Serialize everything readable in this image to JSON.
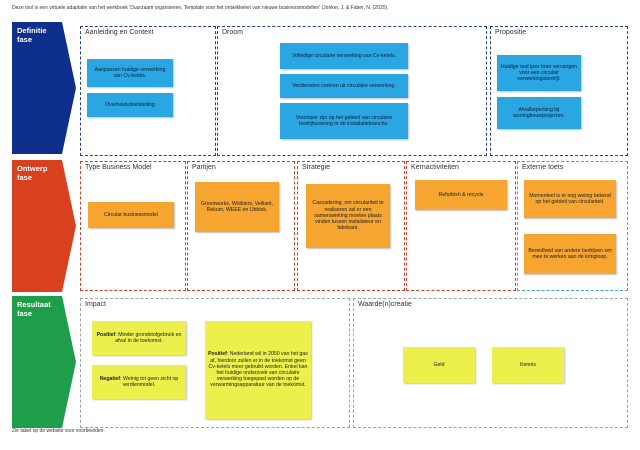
{
  "header_note": "Deze tool is een virtuele adaptatie van het werkboek 'Duurzaam organiseren, Template voor het ontwikkelen van nieuwe businessmodellen' (Jonker, J. & Faber, N. (2020).",
  "colors": {
    "blue": "#0e2f8c",
    "red": "#d8401f",
    "green": "#1e9e4a",
    "note_blue": "#2aa6e3",
    "note_orange": "#f6a531",
    "note_yellow": "#ecef4c"
  },
  "phases": {
    "definitie": {
      "label": "Definitie fase"
    },
    "ontwerp": {
      "label": "Ontwerp fase"
    },
    "resultaat": {
      "label": "Resultaat fase"
    }
  },
  "sections": {
    "aanleiding": {
      "title": "Aanleiding en Context",
      "notes": [
        "Aanpassen huidige verwerking van Cv-ketels.",
        "Overheidsdoelstelling"
      ]
    },
    "droom": {
      "title": "Droom",
      "notes": [
        "Volledige circulaire verwerking van Cv-ketels.",
        "Verdiensten creëren uit circulaire verwerking.",
        "Voorloper zijn op het gebied van circulaire bedrijfsvoering in de installatiebranche."
      ]
    },
    "propositie": {
      "title": "Propositie",
      "notes": [
        "Huidige oud ijzer boer vervangen voor een circulair verwerkingsbedrijf.",
        "Afvalbeperking bij woningbouwprojecten."
      ]
    },
    "type_business_model": {
      "title": "Type Business Model",
      "notes": [
        "Circular businessmodel"
      ]
    },
    "partijen": {
      "title": "Partijen",
      "notes": [
        "Greenworks, Wolbiers, Veiliant, Rekum, WEEE en Ubbink."
      ]
    },
    "strategie": {
      "title": "Strategie",
      "notes": [
        "Cascadering, om circulariteit te realiseren zal er een samenwerking moeten plaats vinden tussen installateur en fabrikant."
      ]
    },
    "kernactiviteiten": {
      "title": "Kernactiviteiten",
      "notes": [
        "Refurbish & recycle"
      ]
    },
    "externe_toets": {
      "title": "Externe toets",
      "notes": [
        "Momenteel is er nog weinig bekend op het gebied van circulariteit.",
        "Bereidheid van andere bedrijven om mee te werken aan de kringloop."
      ]
    },
    "impact": {
      "title": "Impact",
      "positief_label": "Positief",
      "positief_text": ": Minder grondstofgebruik en afval in de toekomst.",
      "negatief_label": "Negatief",
      "negatief_text": ": Weinig tot geen zicht op verdienmodel.",
      "positief2_label": "Positief",
      "positief2_text": ": Nederland wil in 2050 van het gas af, hierdoor zullen er in de toekomst geen Cv-ketels meer gebruikt worden. Enkel kan het huidige onderzoek van circulaire verwerking toegepast worden op de verwarmingsapparatuur van de toekomst."
    },
    "waardecreatie": {
      "title": "Waarde(n)creatie",
      "notes": [
        "Geld",
        "Kennis"
      ]
    }
  },
  "footer_note": "Zie tabel op de website voor voorbeelden."
}
